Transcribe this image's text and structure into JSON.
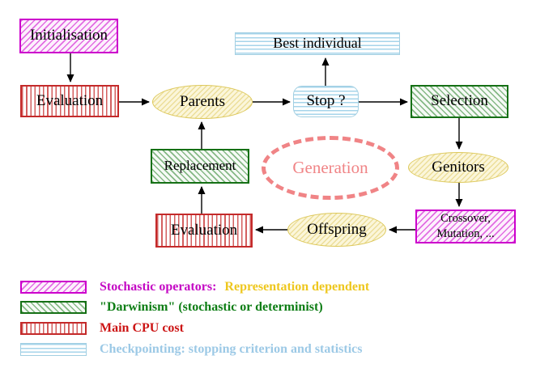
{
  "diagram": {
    "nodes": {
      "initialisation": {
        "label": "Initialisation"
      },
      "evaluation_top": {
        "label": "Evaluation"
      },
      "parents": {
        "label": "Parents"
      },
      "best_individual": {
        "label": "Best individual"
      },
      "stop": {
        "label": "Stop ?"
      },
      "selection": {
        "label": "Selection"
      },
      "genitors": {
        "label": "Genitors"
      },
      "crossover_mutation": {
        "line1": "Crossover,",
        "line2": "Mutation, ..."
      },
      "offspring": {
        "label": "Offspring"
      },
      "evaluation_bottom": {
        "label": "Evaluation"
      },
      "replacement": {
        "label": "Replacement"
      },
      "generation": {
        "label": "Generation"
      }
    },
    "legend": {
      "rows": [
        {
          "swatch": "magenta-diagonal-hatch",
          "label": "Stochastic operators:",
          "extra": "Representation dependent"
        },
        {
          "swatch": "green-diagonal-hatch",
          "label": "\"Darwinism\" (stochastic or determinist)"
        },
        {
          "swatch": "red-vertical-stripes",
          "label": "Main CPU cost"
        },
        {
          "swatch": "cyan-horizontal-stripes",
          "label": "Checkpointing: stopping criterion and statistics"
        }
      ]
    },
    "colors": {
      "magenta": "#cc00cc",
      "green": "#157015",
      "red": "#c42a2a",
      "cyan": "#9cc9e6",
      "yellow": "#ddc85a",
      "gold_text": "#eec71e",
      "salmon": "#f08486",
      "arrow": "#000000"
    }
  }
}
